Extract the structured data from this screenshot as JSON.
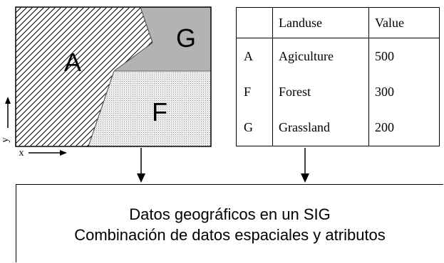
{
  "map": {
    "zones": [
      {
        "label": "A",
        "pattern": "diagonal-hatch",
        "color": "#ffffff"
      },
      {
        "label": "G",
        "pattern": "solid",
        "color": "#b3b3b3"
      },
      {
        "label": "F",
        "pattern": "dotted",
        "color": "#d9d9d9"
      }
    ],
    "axis_x": "x",
    "axis_y": "y"
  },
  "table": {
    "headers": [
      "",
      "Landuse",
      "Value"
    ],
    "rows": [
      [
        "A",
        "Agiculture",
        "500"
      ],
      [
        "F",
        "Forest",
        "300"
      ],
      [
        "G",
        "Grassland",
        "200"
      ]
    ]
  },
  "caption": {
    "line1": "Datos geográficos en un SIG",
    "line2": "Combinación de datos espaciales y atributos"
  }
}
